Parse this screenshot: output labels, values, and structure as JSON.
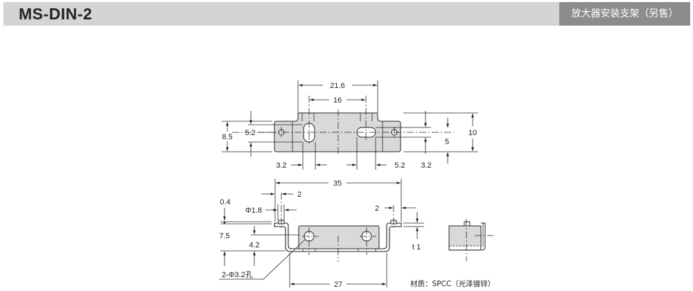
{
  "header": {
    "title": "MS-DIN-2",
    "category": "放大器安装支架（另售）"
  },
  "drawing": {
    "top_view": {
      "dim_overall": "21.6",
      "dim_hole_pitch": "16",
      "dim_height_left": "8.5",
      "dim_slot_left": "5.2",
      "dim_height_right": "10",
      "dim_slot_right": "5",
      "dim_bottom_left": "3.2",
      "dim_bottom_mid": "5.2",
      "dim_bottom_right": "3.2"
    },
    "front_view": {
      "dim_overall": "35",
      "dim_offset_left": "2",
      "dim_pin_dia": "Φ1.8",
      "dim_pin_height": "0.4",
      "dim_depth": "7.5",
      "dim_hole_height": "4.2",
      "dim_offset_right": "2",
      "thickness": "t 1",
      "hole_callout": "2-Φ3.2孔",
      "dim_bottom": "27"
    },
    "material": "材质：SPCC（光泽镀锌）"
  },
  "colors": {
    "header_bg": "#d4d4d4",
    "tag_bg": "#8c8c8c",
    "part_fill": "#d9d9d9"
  }
}
